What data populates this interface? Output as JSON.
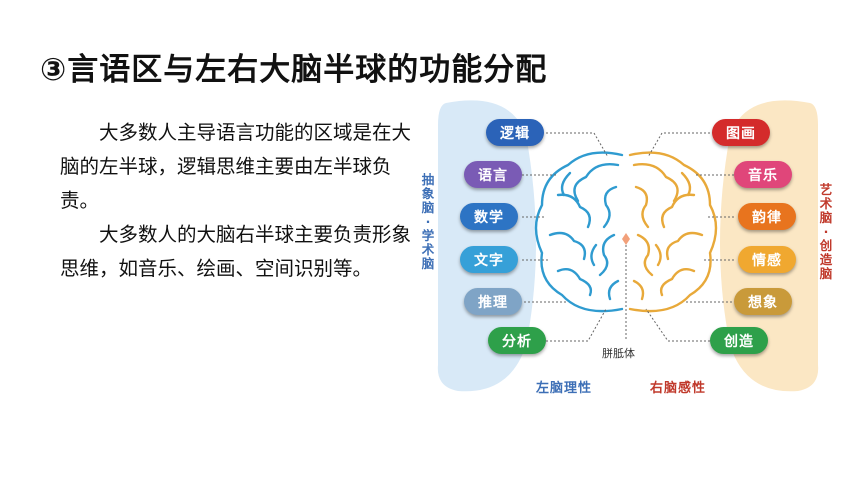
{
  "title": "③言语区与左右大脑半球的功能分配",
  "paragraphs": [
    "大多数人主导语言功能的区域是在大脑的左半球，逻辑思维主要由左半球负责。",
    "大多数人的大脑右半球主要负责形象思维，如音乐、绘画、空间识别等。"
  ],
  "diagram": {
    "left_side_label": "抽象脑·学术脑",
    "right_side_label": "艺术脑·创造脑",
    "left_bottom_label": "左脑理性",
    "right_bottom_label": "右脑感性",
    "callosum_label": "胼胝体",
    "left_items": [
      {
        "label": "逻辑",
        "color": "#2b63b8"
      },
      {
        "label": "语言",
        "color": "#7a5bb5"
      },
      {
        "label": "数学",
        "color": "#2d74c4"
      },
      {
        "label": "文字",
        "color": "#36a0d8"
      },
      {
        "label": "推理",
        "color": "#7fa4c6"
      },
      {
        "label": "分析",
        "color": "#2ea04a"
      }
    ],
    "right_items": [
      {
        "label": "图画",
        "color": "#d42b2b"
      },
      {
        "label": "音乐",
        "color": "#e0467a"
      },
      {
        "label": "韵律",
        "color": "#e8741e"
      },
      {
        "label": "情感",
        "color": "#f0a830"
      },
      {
        "label": "想象",
        "color": "#c99a3a"
      },
      {
        "label": "创造",
        "color": "#2ea04a"
      }
    ],
    "colors": {
      "left_band": "#d8e9f7",
      "right_band": "#fbe7c4",
      "left_brain_stroke": "#2f9bd0",
      "right_brain_stroke": "#e8a93a"
    }
  }
}
